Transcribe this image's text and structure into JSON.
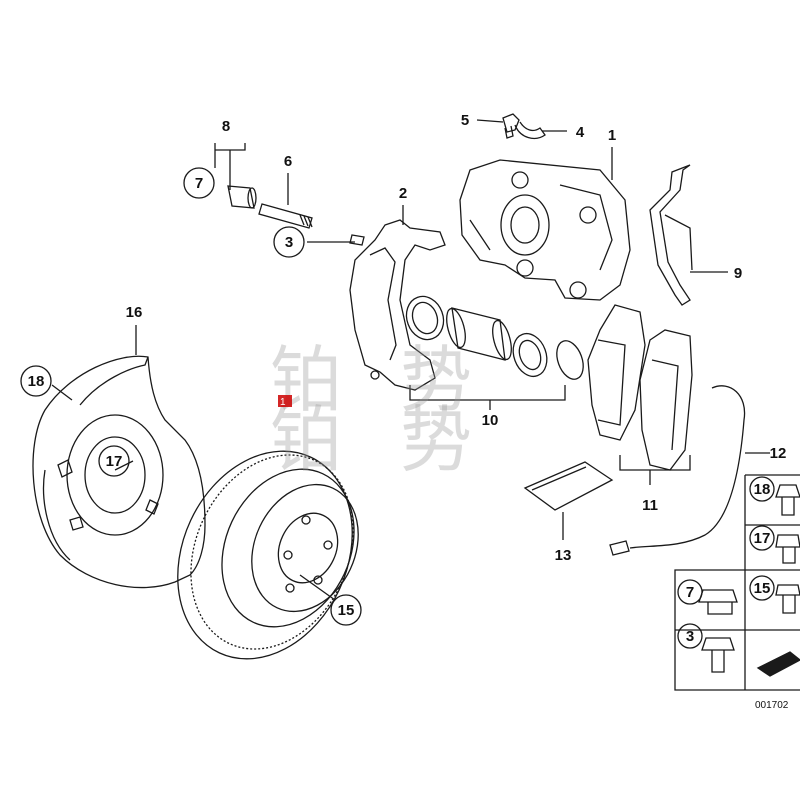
{
  "diagram": {
    "labels": {
      "p1": "1",
      "p2": "2",
      "p3": "3",
      "p4": "4",
      "p5": "5",
      "p6": "6",
      "p7": "7",
      "p8": "8",
      "p9": "9",
      "p10": "10",
      "p11": "11",
      "p12": "12",
      "p13": "13",
      "p15": "15",
      "p16": "16",
      "p17": "17",
      "p18": "18",
      "marker": "1"
    },
    "inset_labels": {
      "i18": "18",
      "i17": "17",
      "i15": "15",
      "i7": "7",
      "i3": "3"
    },
    "diagram_code": "001702",
    "watermark": [
      "铂",
      "势"
    ]
  },
  "colors": {
    "line": "#1a1a1a",
    "marker": "#cc0000",
    "inset_border": "#333333"
  }
}
